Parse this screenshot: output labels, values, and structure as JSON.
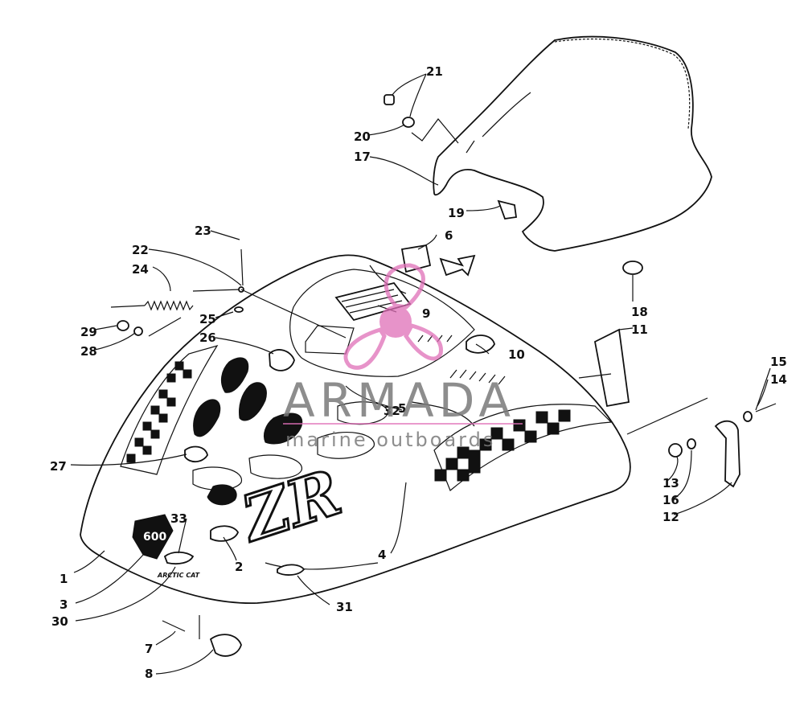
{
  "watermark": {
    "brand": "ARMADA",
    "tagline": "marine outboards",
    "color": "#e070b8"
  },
  "callouts": {
    "c1": "1",
    "c2": "2",
    "c3": "3",
    "c4": "4",
    "c5": "5",
    "c6": "6",
    "c7": "7",
    "c8": "8",
    "c9": "9",
    "c10": "10",
    "c11": "11",
    "c12": "12",
    "c13": "13",
    "c14": "14",
    "c15": "15",
    "c16": "16",
    "c17": "17",
    "c18": "18",
    "c19": "19",
    "c20": "20",
    "c21": "21",
    "c22": "22",
    "c23": "23",
    "c24": "24",
    "c25": "25",
    "c26": "26",
    "c27": "27",
    "c28": "28",
    "c29": "29",
    "c30": "30",
    "c31": "31",
    "c32": "32",
    "c33": "33"
  },
  "decals": {
    "badge": "600",
    "model": "ZR",
    "small_logo": "ARCTIC CAT"
  }
}
